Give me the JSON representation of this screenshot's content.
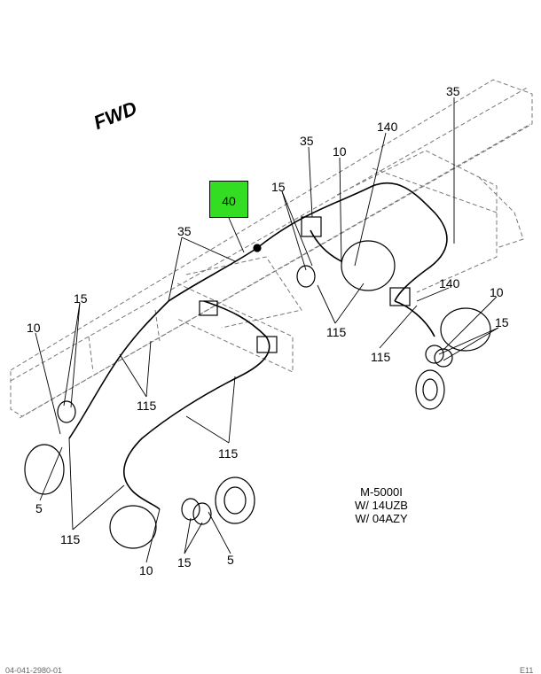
{
  "direction_marker": "FWD",
  "highlight": {
    "text": "40",
    "color": "#33dd22"
  },
  "callouts": [
    {
      "id": "c35-right",
      "text": "35"
    },
    {
      "id": "c140-top",
      "text": "140"
    },
    {
      "id": "c35-mid",
      "text": "35"
    },
    {
      "id": "c10-mid",
      "text": "10"
    },
    {
      "id": "c15-mid",
      "text": "15"
    },
    {
      "id": "c35-left",
      "text": "35"
    },
    {
      "id": "c15-left",
      "text": "15"
    },
    {
      "id": "c10-left",
      "text": "10"
    },
    {
      "id": "c115-center",
      "text": "115"
    },
    {
      "id": "c140-right",
      "text": "140"
    },
    {
      "id": "c10-right",
      "text": "10"
    },
    {
      "id": "c15-right",
      "text": "15"
    },
    {
      "id": "c115-right",
      "text": "115"
    },
    {
      "id": "c115-left-mid",
      "text": "115"
    },
    {
      "id": "c115-low-mid",
      "text": "115"
    },
    {
      "id": "c5-left",
      "text": "5"
    },
    {
      "id": "c115-bottom-left",
      "text": "115"
    },
    {
      "id": "c15-bottom",
      "text": "15"
    },
    {
      "id": "c5-bottom",
      "text": "5"
    },
    {
      "id": "c10-bottom",
      "text": "10"
    }
  ],
  "note_lines": [
    "M-5000I",
    "W/ 14UZB",
    "W/ 04AZY"
  ],
  "footer": {
    "left": "04-041-2980-01",
    "right": "E11"
  },
  "colors": {
    "line": "#000000",
    "frame": "#666666",
    "highlight": "#33dd22"
  }
}
